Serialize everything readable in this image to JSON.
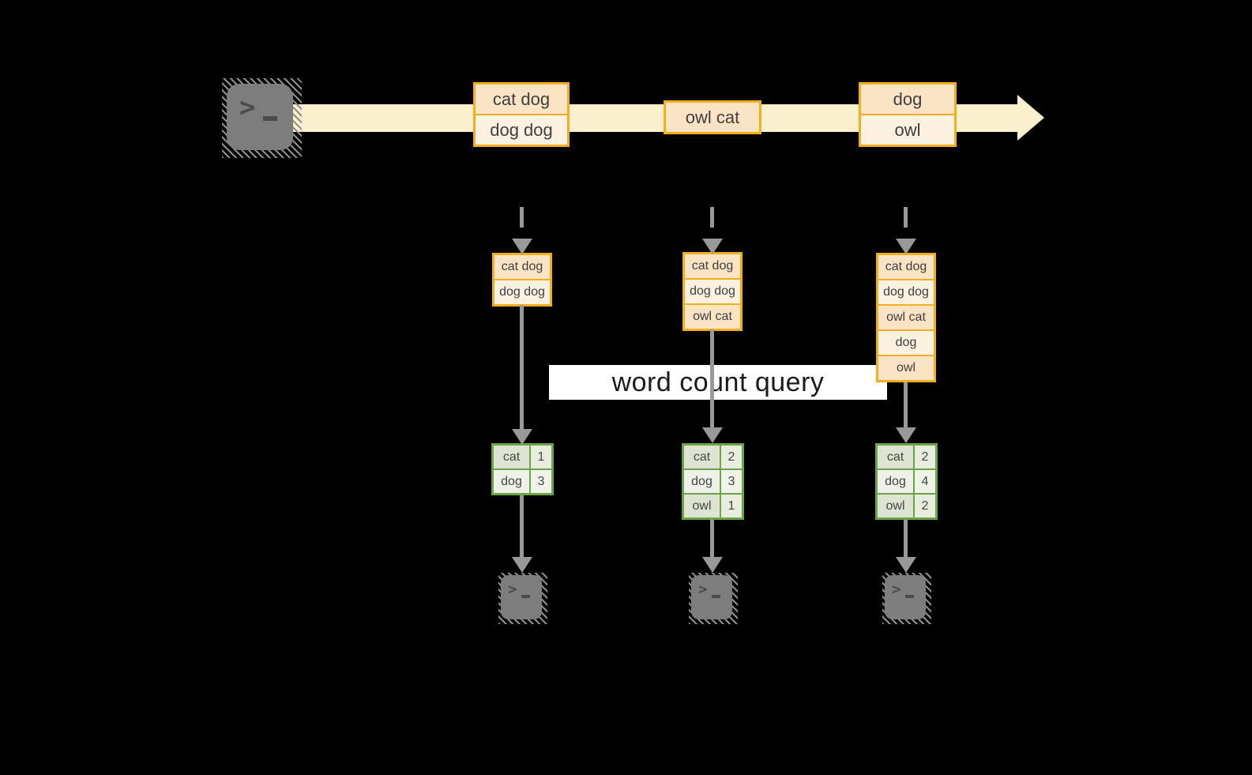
{
  "banner": {
    "label": "word count query"
  },
  "stream": {
    "source_icon": "terminal-icon",
    "terminal_glyph": ">_",
    "messages": [
      {
        "lines": [
          "cat dog",
          "dog dog"
        ]
      },
      {
        "lines": [
          "owl cat"
        ]
      },
      {
        "lines": [
          "dog",
          "owl"
        ]
      }
    ]
  },
  "columns": [
    {
      "buffer": [
        "cat dog",
        "dog dog"
      ],
      "counts": {
        "rows": [
          {
            "word": "cat",
            "count": "1"
          },
          {
            "word": "dog",
            "count": "3"
          }
        ]
      }
    },
    {
      "buffer": [
        "cat dog",
        "dog dog",
        "owl cat"
      ],
      "counts": {
        "rows": [
          {
            "word": "cat",
            "count": "2"
          },
          {
            "word": "dog",
            "count": "3"
          },
          {
            "word": "owl",
            "count": "1"
          }
        ]
      }
    },
    {
      "buffer": [
        "cat dog",
        "dog dog",
        "owl cat",
        "dog",
        "owl"
      ],
      "counts": {
        "rows": [
          {
            "word": "cat",
            "count": "2"
          },
          {
            "word": "dog",
            "count": "4"
          },
          {
            "word": "owl",
            "count": "2"
          }
        ]
      }
    }
  ],
  "colors": {
    "background": "#000000",
    "stream_band": "#faf0ce",
    "box_border": "#f2ae1c",
    "box_fill_dark": "#fbe3c5",
    "box_fill_light": "#fdf2e2",
    "table_border": "#6ca44c",
    "arrow_gray": "#999999",
    "banner_bg": "#ffffff",
    "terminal_gray": "#7d7d7d"
  }
}
